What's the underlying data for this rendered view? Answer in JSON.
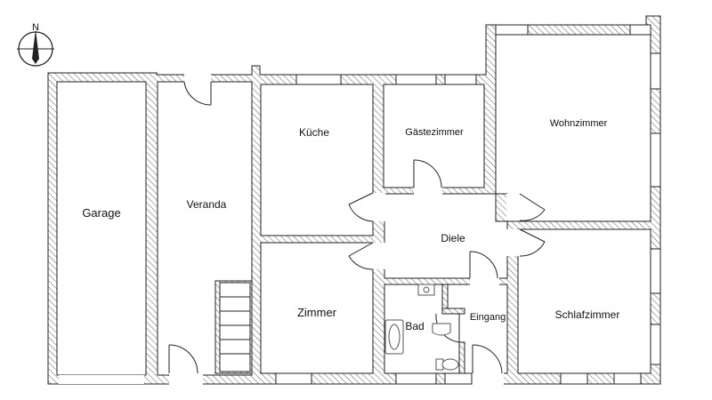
{
  "compass": {
    "label": "N"
  },
  "rooms": {
    "garage": "Garage",
    "veranda": "Veranda",
    "kueche": "Küche",
    "gaestezimmer": "Gästezimmer",
    "wohnzimmer": "Wohnzimmer",
    "diele": "Diele",
    "zimmer": "Zimmer",
    "bad": "Bad",
    "eingang": "Eingang",
    "schlafzimmer": "Schlafzimmer"
  },
  "colors": {
    "wall_line": "#222222",
    "hatch": "#6a6a6a",
    "background": "#ffffff"
  }
}
